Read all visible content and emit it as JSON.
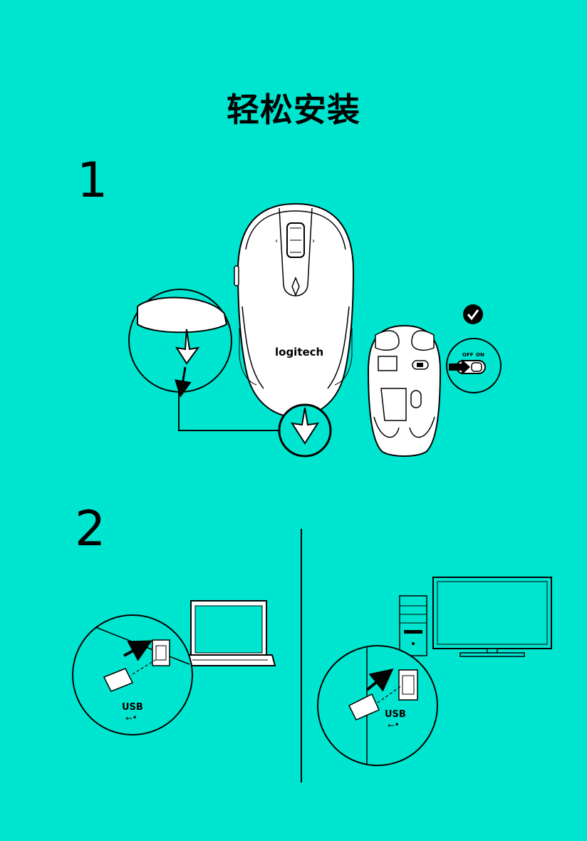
{
  "title": "轻松安装",
  "steps": [
    {
      "number": "1"
    },
    {
      "number": "2"
    }
  ],
  "mouse_logo": "logitech",
  "switch_labels": {
    "off": "OFF",
    "on": "ON"
  },
  "usb_label": "USB",
  "colors": {
    "background": "#00E5CF",
    "ink": "#000000",
    "device": "#FFFFFF"
  }
}
